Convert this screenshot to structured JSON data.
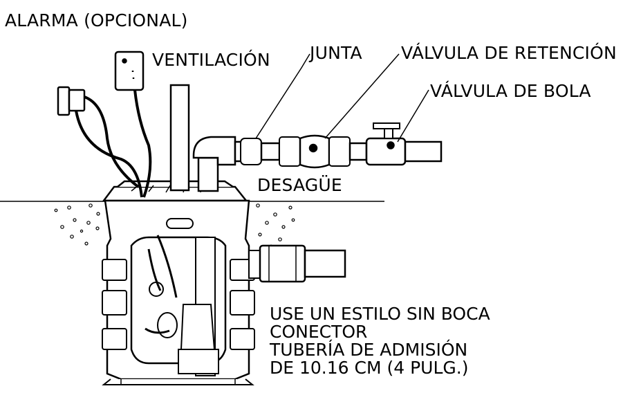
{
  "labels": {
    "alarm": "ALARMA (OPCIONAL)",
    "vent": "VENTILACIÓN",
    "joint": "JUNTA",
    "check_valve": "VÁLVULA DE RETENCIÓN",
    "ball_valve": "VÁLVULA DE BOLA",
    "discharge": "DESAGÜE"
  },
  "note": {
    "line1": "USE UN ESTILO SIN BOCA",
    "line2": "CONECTOR",
    "line3": "TUBERÍA DE ADMISIÓN",
    "line4": "DE 10.16 CM (4 PULG.)"
  }
}
